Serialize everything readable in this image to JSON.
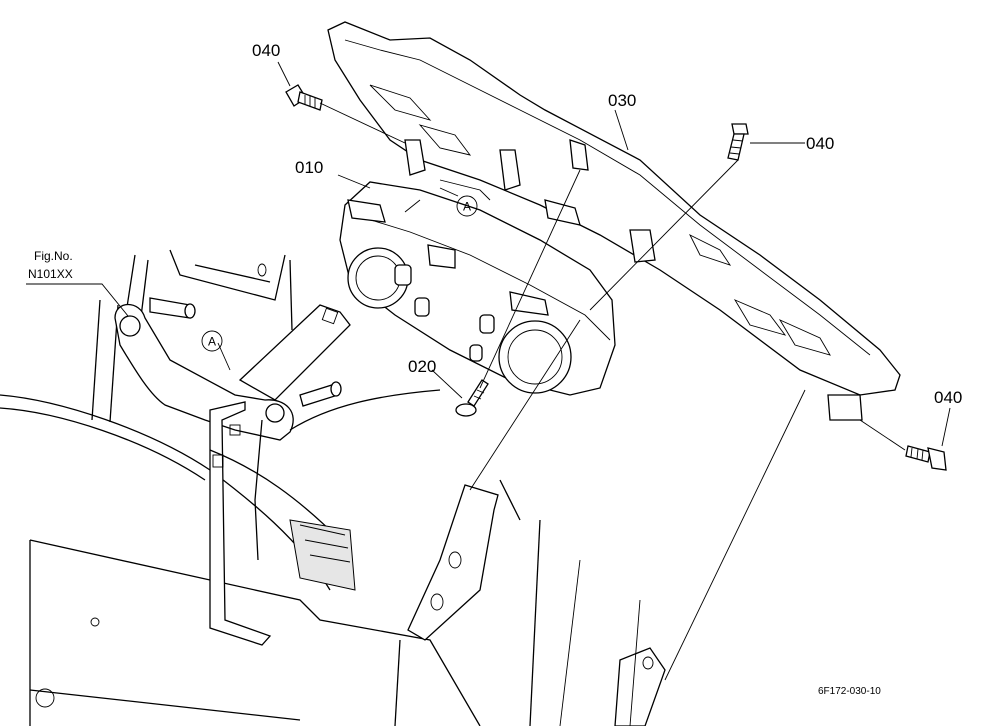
{
  "diagram": {
    "parts": {
      "bolt_top_left": "040",
      "bracket": "030",
      "bolt_top_right": "040",
      "meter_panel": "010",
      "screw": "020",
      "bolt_bottom_right": "040"
    },
    "reference_marker": "A",
    "fig_ref": {
      "line1": "Fig.No.",
      "line2": "N101XX"
    },
    "drawing_number": "6F172-030-10"
  }
}
